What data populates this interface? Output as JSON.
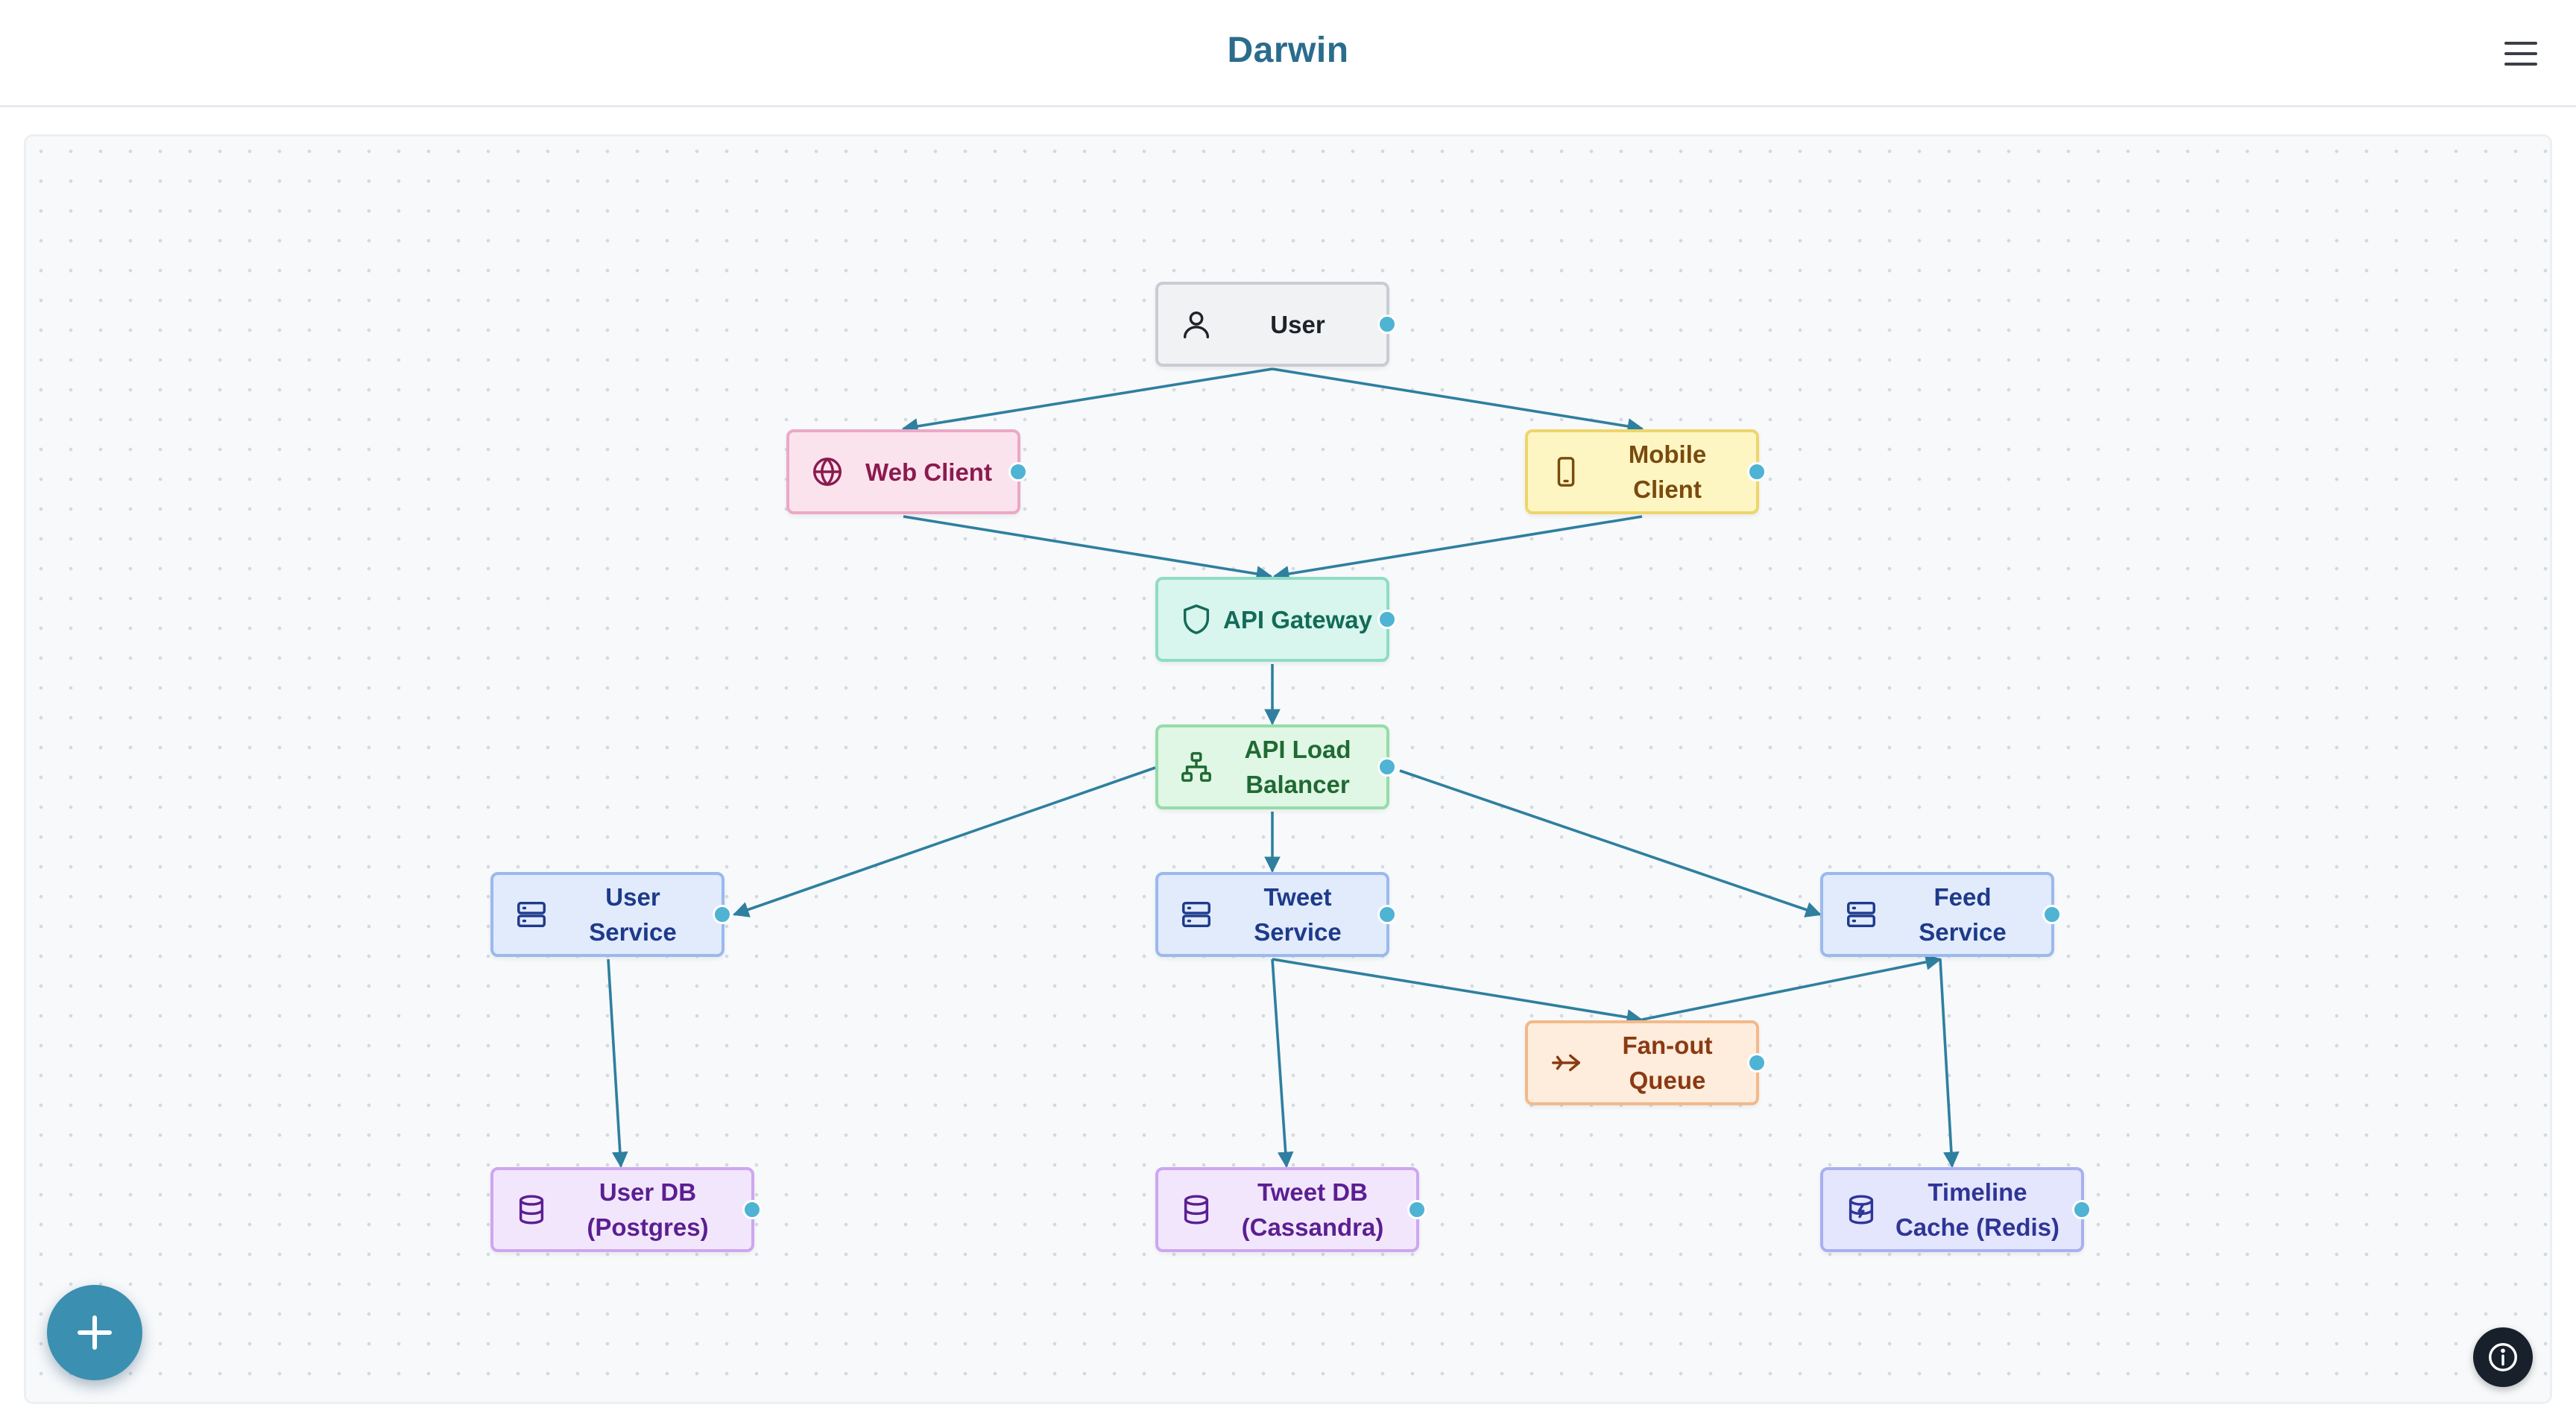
{
  "header": {
    "title": "Darwin",
    "menu_icon": "hamburger-menu-icon"
  },
  "diagram": {
    "nodes": [
      {
        "id": "user",
        "label": "User",
        "icon": "user-icon",
        "kind": "user"
      },
      {
        "id": "web-client",
        "label": "Web Client",
        "icon": "globe-icon",
        "kind": "client"
      },
      {
        "id": "mobile-client",
        "label": "Mobile\nClient",
        "icon": "smartphone-icon",
        "kind": "client"
      },
      {
        "id": "api-gateway",
        "label": "API Gateway",
        "icon": "shield-icon",
        "kind": "gateway"
      },
      {
        "id": "api-load-balancer",
        "label": "API Load\nBalancer",
        "icon": "network-icon",
        "kind": "load-balancer"
      },
      {
        "id": "user-service",
        "label": "User\nService",
        "icon": "server-icon",
        "kind": "service"
      },
      {
        "id": "tweet-service",
        "label": "Tweet\nService",
        "icon": "server-icon",
        "kind": "service"
      },
      {
        "id": "feed-service",
        "label": "Feed\nService",
        "icon": "server-icon",
        "kind": "service"
      },
      {
        "id": "fan-out-queue",
        "label": "Fan-out\nQueue",
        "icon": "queue-arrow-icon",
        "kind": "queue"
      },
      {
        "id": "user-db",
        "label": "User DB\n(Postgres)",
        "icon": "database-icon",
        "kind": "database"
      },
      {
        "id": "tweet-db",
        "label": "Tweet DB\n(Cassandra)",
        "icon": "database-icon",
        "kind": "database"
      },
      {
        "id": "timeline-cache",
        "label": "Timeline\nCache (Redis)",
        "icon": "cache-database-icon",
        "kind": "cache"
      }
    ],
    "edges": [
      {
        "from": "user",
        "to": "web-client"
      },
      {
        "from": "user",
        "to": "mobile-client"
      },
      {
        "from": "web-client",
        "to": "api-gateway"
      },
      {
        "from": "mobile-client",
        "to": "api-gateway"
      },
      {
        "from": "api-gateway",
        "to": "api-load-balancer"
      },
      {
        "from": "api-load-balancer",
        "to": "user-service"
      },
      {
        "from": "api-load-balancer",
        "to": "tweet-service"
      },
      {
        "from": "api-load-balancer",
        "to": "feed-service"
      },
      {
        "from": "user-service",
        "to": "user-db"
      },
      {
        "from": "tweet-service",
        "to": "tweet-db"
      },
      {
        "from": "tweet-service",
        "to": "fan-out-queue"
      },
      {
        "from": "fan-out-queue",
        "to": "feed-service"
      },
      {
        "from": "feed-service",
        "to": "timeline-cache"
      }
    ]
  },
  "controls": {
    "add_icon": "plus-icon",
    "info_icon": "info-icon"
  },
  "colors": {
    "brand": "#2a6c8c",
    "edge": "#2f7f9f",
    "handle": "#4fb3d3",
    "fab": "#3b8fb0"
  }
}
